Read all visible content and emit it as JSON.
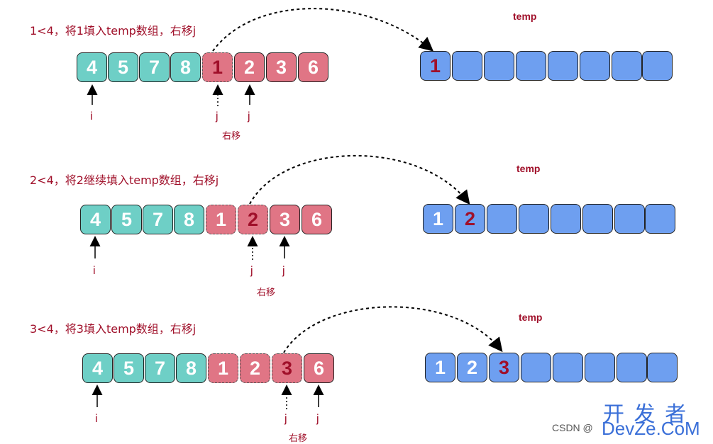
{
  "steps": [
    {
      "title": "1<4，将1填入temp数组，右移j",
      "temp_label": "temp",
      "array": [
        "4",
        "5",
        "7",
        "8",
        "1",
        "2",
        "3",
        "6"
      ],
      "temp": [
        "1",
        "",
        "",
        "",
        "",
        "",
        "",
        "",
        ""
      ],
      "pointer_i": "i",
      "pointer_j_old": "j",
      "pointer_j_new": "j",
      "move_label": "右移"
    },
    {
      "title": "2<4，将2继续填入temp数组，右移j",
      "temp_label": "temp",
      "array": [
        "4",
        "5",
        "7",
        "8",
        "1",
        "2",
        "3",
        "6"
      ],
      "temp": [
        "1",
        "2",
        "",
        "",
        "",
        "",
        "",
        "",
        ""
      ],
      "pointer_i": "i",
      "pointer_j_old": "j",
      "pointer_j_new": "j",
      "move_label": "右移"
    },
    {
      "title": "3<4，将3填入temp数组，右移j",
      "temp_label": "temp",
      "array": [
        "4",
        "5",
        "7",
        "8",
        "1",
        "2",
        "3",
        "6"
      ],
      "temp": [
        "1",
        "2",
        "3",
        "",
        "",
        "",
        "",
        "",
        ""
      ],
      "pointer_i": "i",
      "pointer_j_old": "j",
      "pointer_j_new": "j",
      "move_label": "右移"
    }
  ],
  "colors": {
    "teal": "#6ecfc6",
    "pink": "#e07585",
    "blue": "#6e9ff0",
    "accent_text": "#a0102a"
  },
  "watermark": {
    "csdn": "CSDN @",
    "brand_cn": "开 发 者",
    "brand_en": "DevZe.CoM"
  }
}
